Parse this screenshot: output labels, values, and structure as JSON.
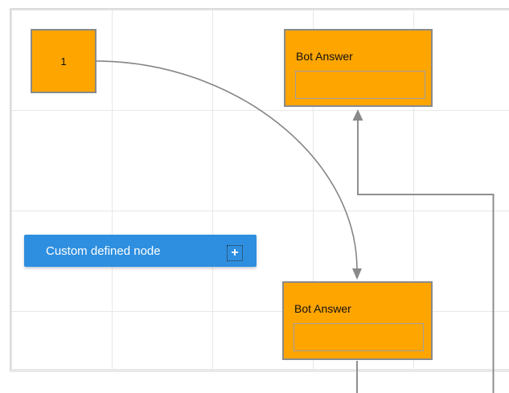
{
  "diagram": {
    "nodes": {
      "start": {
        "label": "1",
        "fill": "#FFA500",
        "stroke": "#8A8A8A"
      },
      "bot_answer_top": {
        "title": "Bot Answer",
        "fill": "#FFA500",
        "stroke": "#8A8A8A",
        "text_box_value": "",
        "text_box_border": "#9E9E9E"
      },
      "bot_answer_bottom": {
        "title": "Bot Answer",
        "fill": "#FFA500",
        "stroke": "#8A8A8A",
        "text_box_value": "",
        "text_box_border": "#9E9E9E"
      },
      "custom": {
        "label": "Custom defined node",
        "fill": "#2E8FE0",
        "text_color": "#FFFFFF",
        "add_icon": "+"
      }
    },
    "connectors": [
      {
        "from": "start",
        "to": "bot_answer_bottom",
        "type": "bezier",
        "arrow": "target",
        "color": "#858585"
      },
      {
        "from": "offscreen-bottom-right",
        "to": "bot_answer_top",
        "type": "orthogonal",
        "arrow": "target",
        "color": "#8F8F8F"
      },
      {
        "from": "bot_answer_bottom",
        "to": "offscreen-bottom",
        "type": "straight",
        "arrow": "none",
        "color": "#8F8F8F"
      }
    ],
    "grid": {
      "cell_size": 125,
      "line_color": "#E7E7E7",
      "page_border_color": "#DCDCDC",
      "background": "#FFFFFF"
    }
  }
}
